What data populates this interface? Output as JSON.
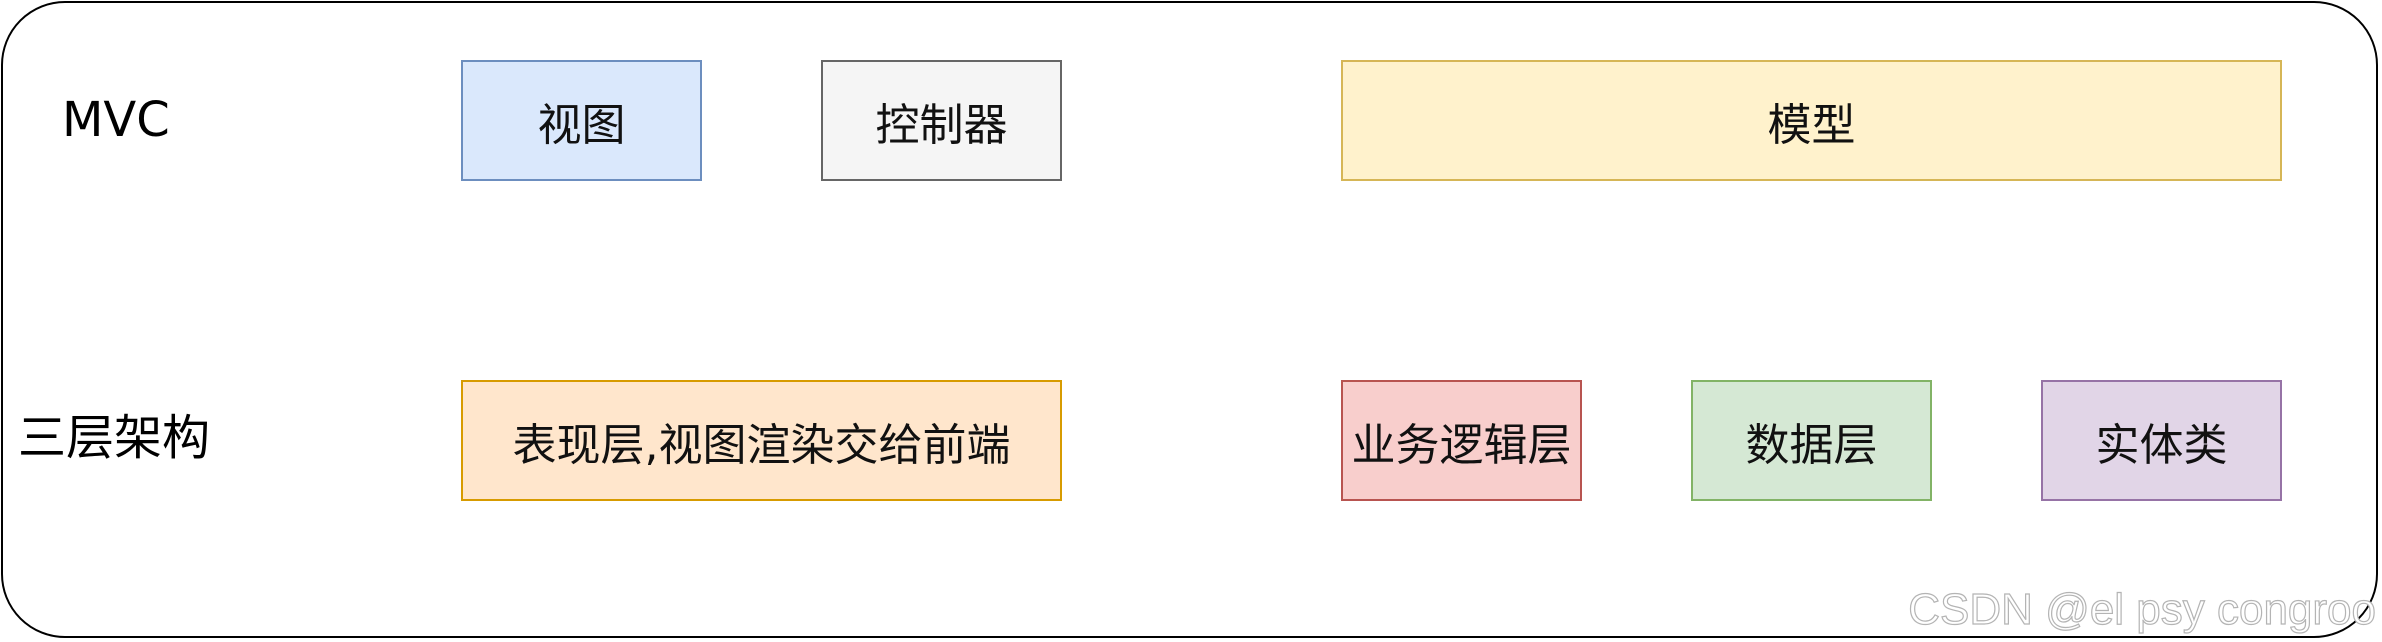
{
  "rows": {
    "mvc_label": "MVC",
    "three_tier_label": "三层架构"
  },
  "mvc": {
    "view": "视图",
    "controller": "控制器",
    "model": "模型"
  },
  "three_tier": {
    "presentation": "表现层,视图渲染交给前端",
    "business_logic": "业务逻辑层",
    "data_layer": "数据层",
    "entity": "实体类"
  },
  "colors": {
    "view_fill": "#dae8fc",
    "view_border": "#6c8ebf",
    "controller_fill": "#f5f5f5",
    "controller_border": "#666666",
    "model_fill": "#fff2cc",
    "model_border": "#d6b656",
    "presentation_fill": "#ffe6cc",
    "presentation_border": "#d79b00",
    "business_fill": "#f8cecc",
    "business_border": "#b85450",
    "data_fill": "#d5e8d4",
    "data_border": "#82b366",
    "entity_fill": "#e1d5e7",
    "entity_border": "#9673a6"
  },
  "watermark": "CSDN @el psy congroo"
}
